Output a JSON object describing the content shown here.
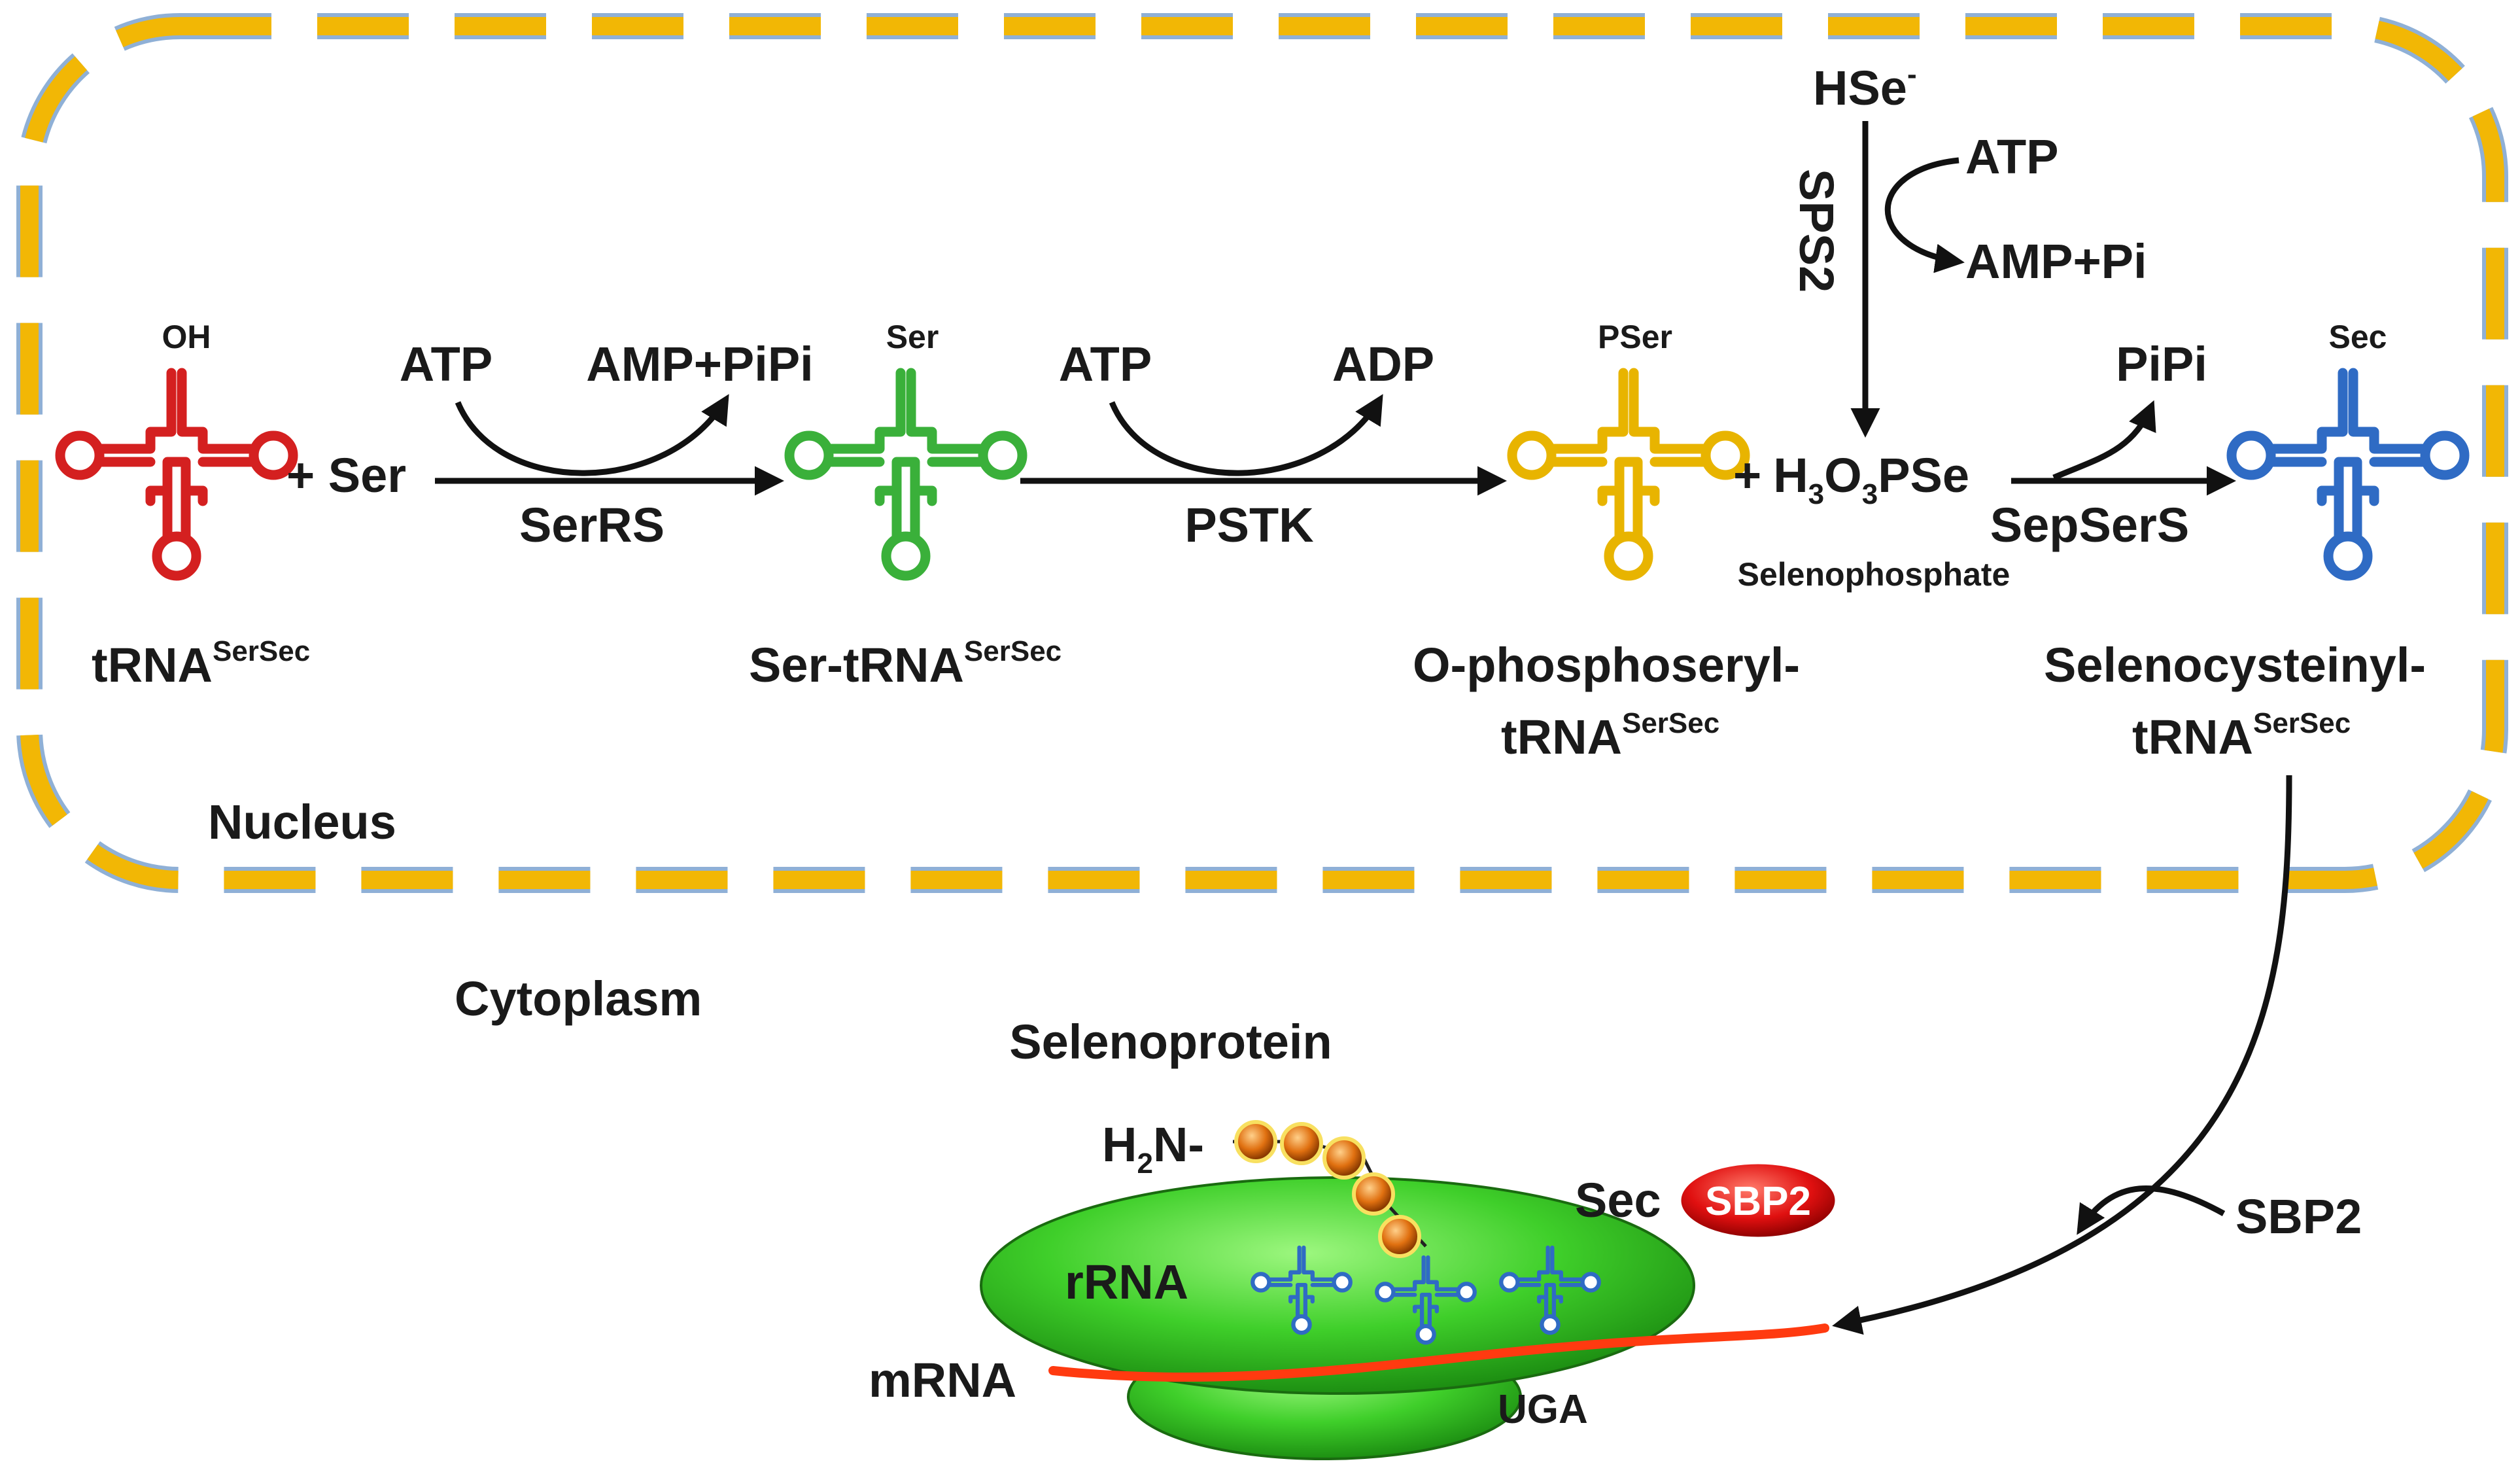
{
  "colors": {
    "membrane": "#f2b705",
    "membrane_edge": "#8fb0d6",
    "trna_red": "#d42020",
    "trna_green": "#3ab03a",
    "trna_gold": "#e8b400",
    "trna_blue": "#2f6bc4",
    "ribosome": "#3fcf2a",
    "mrna": "#ff3a10",
    "sbp2_badge": "#e01010",
    "bead": "#e07010"
  },
  "compartments": {
    "nucleus": "Nucleus",
    "cytoplasm": "Cytoplasm"
  },
  "trna": {
    "unloaded": {
      "top": "OH",
      "name": "tRNA",
      "sup": "SerSec"
    },
    "ser": {
      "top": "Ser",
      "name": "Ser-tRNA",
      "sup": "SerSec"
    },
    "pser": {
      "top": "PSer",
      "name_line1": "O-phosphoseryl-",
      "name_line2": "tRNA",
      "sup": "SerSec"
    },
    "sec": {
      "top": "Sec",
      "name_line1": "Selenocysteinyl-",
      "name_line2": "tRNA",
      "sup": "SerSec"
    }
  },
  "step1": {
    "plus": "+ Ser",
    "atp": "ATP",
    "products": "AMP+PiPi",
    "enzyme": "SerRS"
  },
  "step2": {
    "atp": "ATP",
    "products": "ADP",
    "enzyme": "PSTK"
  },
  "step3": {
    "plus": "+",
    "h": "H",
    "sub1": "3",
    "o": "O",
    "sub2": "3",
    "pse": "PSe",
    "name": "Selenophosphate",
    "products": "PiPi",
    "enzyme": "SepSerS"
  },
  "sps2": {
    "substrate": "HSe",
    "charge": "-",
    "enzyme": "SPS2",
    "atp": "ATP",
    "products": "AMP+Pi"
  },
  "translation": {
    "title": "Selenoprotein",
    "h2n_h": "H",
    "h2n_sub": "2",
    "h2n_n": "N-",
    "sec": "Sec",
    "sbp2_badge": "SBP2",
    "rrna": "rRNA",
    "mrna": "mRNA",
    "uga": "UGA",
    "sbp2": "SBP2"
  }
}
